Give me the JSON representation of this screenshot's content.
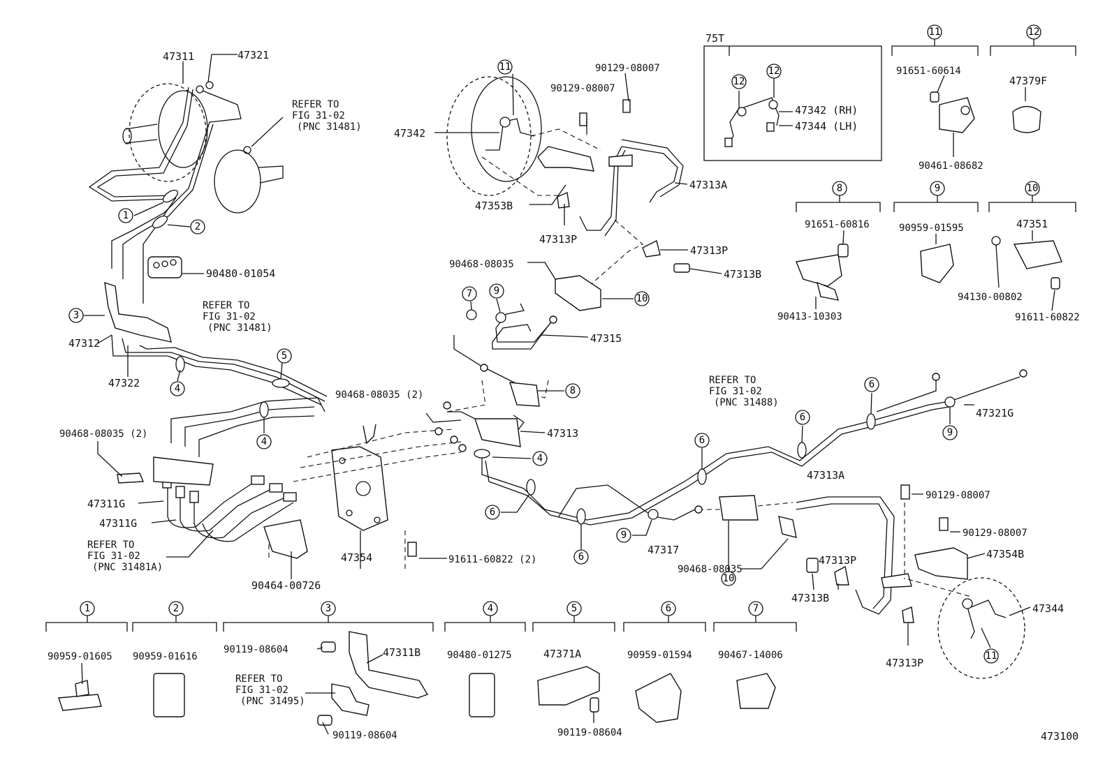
{
  "diagram_code": "473100",
  "parts": {
    "p47311": "47311",
    "p47321": "47321",
    "p47342": "47342",
    "p47353B": "47353B",
    "p47313P_a": "47313P",
    "p47313P_b": "47313P",
    "p47313P_c": "47313P",
    "p47313P_d": "47313P",
    "p47313A_a": "47313A",
    "p47313A_b": "47313A",
    "p47313B_a": "47313B",
    "p47313B_b": "47313B",
    "p90129_a": "90129-08007",
    "p90129_b": "90129-08007",
    "p90129_c": "90129-08007",
    "p90129_d": "90129-08007",
    "p90468_a": "90468-08035",
    "p90468_b": "90468-08035 (2)",
    "p90468_c": "90468-08035 (2)",
    "p90468_d": "90468-08035",
    "p47315": "47315",
    "p90480_01054": "90480-01054",
    "p47312": "47312",
    "p47322": "47322",
    "p47313": "47313",
    "p47311G_a": "47311G",
    "p47311G_b": "47311G",
    "p47354": "47354",
    "p90464": "90464-00726",
    "p91611_a": "91611-60822 (2)",
    "p47317": "47317",
    "p47354B": "47354B",
    "p47344": "47344",
    "p47321G": "47321G",
    "p91651_60614": "91651-60614",
    "p90461": "90461-08682",
    "p47379F": "47379F",
    "p91651_60816": "91651-60816",
    "p90413": "90413-10303",
    "p90959_01595": "90959-01595",
    "p47351": "47351",
    "p94130": "94130-00802",
    "p91611_b": "91611-60822",
    "p47342RH": "47342 (RH)",
    "p47344LH": "47344 (LH)",
    "p75T": "75T"
  },
  "refer_notes": {
    "r1": [
      "REFER TO",
      "FIG 31-02",
      "(PNC 31481)"
    ],
    "r2": [
      "REFER TO",
      "FIG 31-02",
      "(PNC 31481)"
    ],
    "r3": [
      "REFER TO",
      "FIG 31-02",
      "(PNC 31488)"
    ],
    "r4": [
      "REFER TO",
      "FIG 31-02",
      "(PNC 31481A)"
    ],
    "r5": [
      "REFER TO",
      "FIG 31-02",
      "(PNC 31495)"
    ]
  },
  "callouts": [
    "1",
    "2",
    "3",
    "4",
    "5",
    "6",
    "7",
    "8",
    "9",
    "10",
    "11",
    "12"
  ],
  "legend": {
    "c1": {
      "num": "1",
      "part": "90959-01605"
    },
    "c2": {
      "num": "2",
      "part": "90959-01616"
    },
    "c3": {
      "num": "3",
      "parts": [
        "90119-08604",
        "47311B",
        "90119-08604"
      ]
    },
    "c4": {
      "num": "4",
      "part": "90480-01275"
    },
    "c5": {
      "num": "5",
      "parts": [
        "47371A",
        "90119-08604"
      ]
    },
    "c6": {
      "num": "6",
      "part": "90959-01594"
    },
    "c7": {
      "num": "7",
      "part": "90467-14006"
    }
  }
}
